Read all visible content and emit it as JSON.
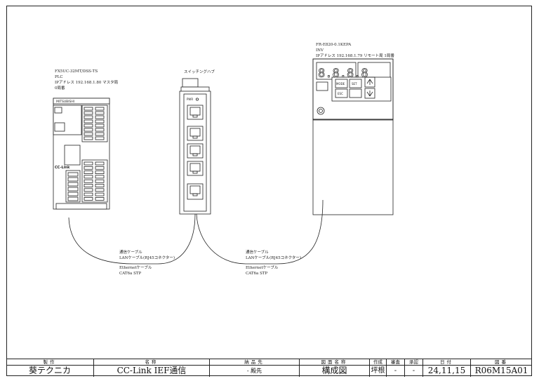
{
  "plc": {
    "model": "FX5UC-32MT/DSS-TS",
    "role": "PLC",
    "ip": "IPアドレス 192.168.1.80 マスタ局",
    "station": "0局番",
    "brand": "MITSUBISHI",
    "cclink": "CC-Link"
  },
  "switch": {
    "title": "スイッチングハブ",
    "power": "PWR"
  },
  "inverter": {
    "model": "FR-E820-0.1KEPA",
    "role": "INV",
    "ip": "IPアドレス 192.168.1.79 リモート局 1局番",
    "display": "8.8.8.8",
    "keys": [
      "MODE",
      "SET",
      "ESC"
    ]
  },
  "cables": [
    {
      "line1": "通信ケーブル",
      "line2": "LANケーブル(RJ45コネクター)",
      "line3": "Ethernetケーブル",
      "line4": "CAT6a STP"
    },
    {
      "line1": "通信ケーブル",
      "line2": "LANケーブル(RJ45コネクター)",
      "line3": "Ethernetケーブル",
      "line4": "CAT6a STP"
    }
  ],
  "title_block": {
    "headers": [
      "製作",
      "名称",
      "納品先",
      "図面名称",
      "作成",
      "審査",
      "承認",
      "日付",
      "図番"
    ],
    "values": [
      "葵テクニカ",
      "CC-Link IEF通信",
      "- 殿先",
      "構成図",
      "坪根",
      "-",
      "-",
      "24,11,15",
      "R06M15A01"
    ]
  }
}
